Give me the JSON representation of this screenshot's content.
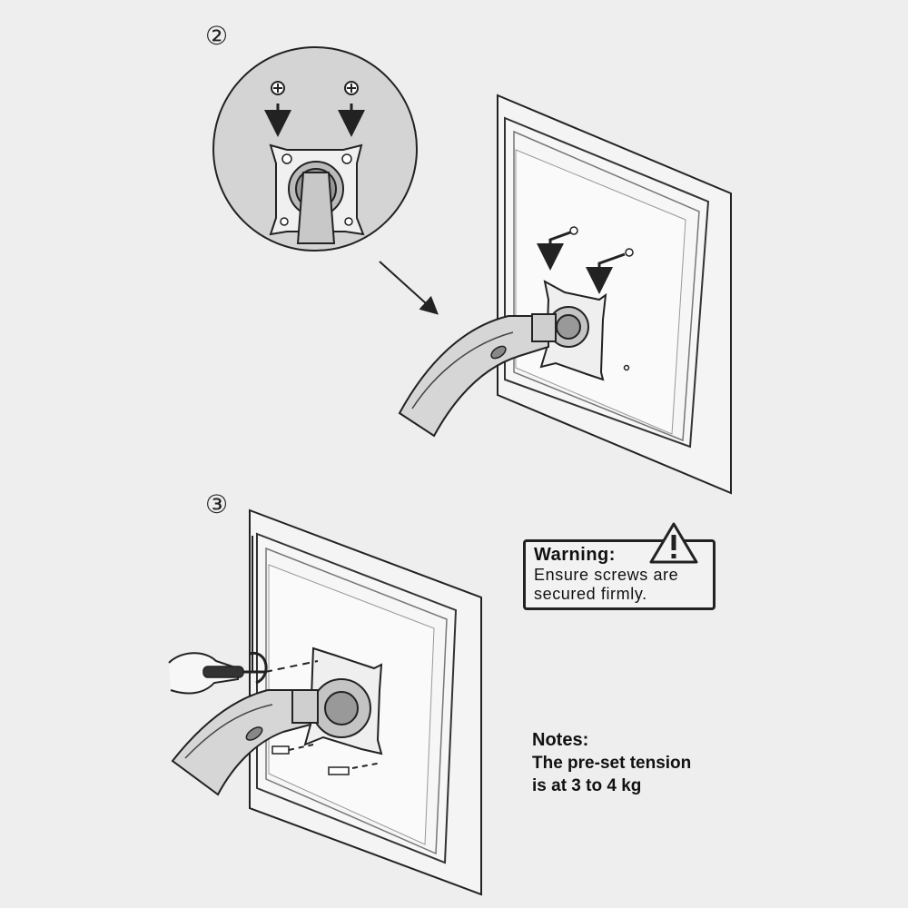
{
  "steps": [
    {
      "number": "②"
    },
    {
      "number": "③"
    }
  ],
  "warning": {
    "title": "Warning:",
    "body_line1": "Ensure screws are",
    "body_line2": "secured firmly.",
    "icon": "warning-triangle-icon"
  },
  "notes": {
    "title": "Notes:",
    "body_line1": "The pre-set tension",
    "body_line2": "is at 3 to 4 kg"
  },
  "colors": {
    "background": "#eeeeee",
    "line": "#222222",
    "zoom_circle_fill": "#d4d4d4"
  }
}
